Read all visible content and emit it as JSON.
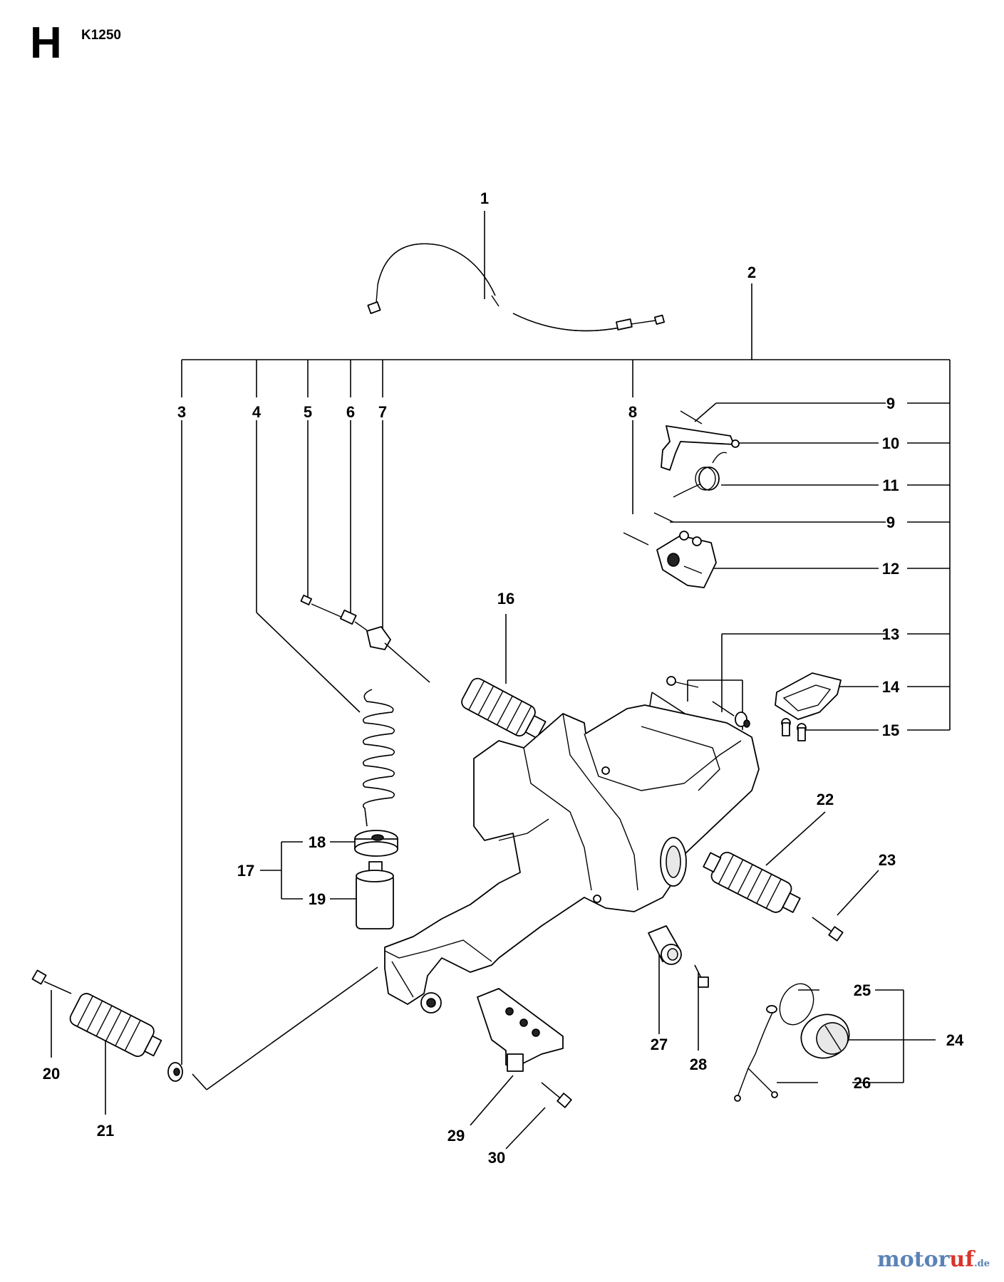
{
  "header": {
    "section_letter": "H",
    "model": "K1250"
  },
  "brand": {
    "name_main": "motor",
    "name_accent": "uf",
    "domain": ".de",
    "color_main": "#5a82b8",
    "color_accent": "#d9342b"
  },
  "callouts": [
    "1",
    "2",
    "3",
    "4",
    "5",
    "6",
    "7",
    "8",
    "9",
    "10",
    "11",
    "9",
    "12",
    "16",
    "13",
    "14",
    "15",
    "22",
    "23",
    "18",
    "17",
    "19",
    "24",
    "25",
    "26",
    "27",
    "28",
    "20",
    "21",
    "29",
    "30"
  ]
}
